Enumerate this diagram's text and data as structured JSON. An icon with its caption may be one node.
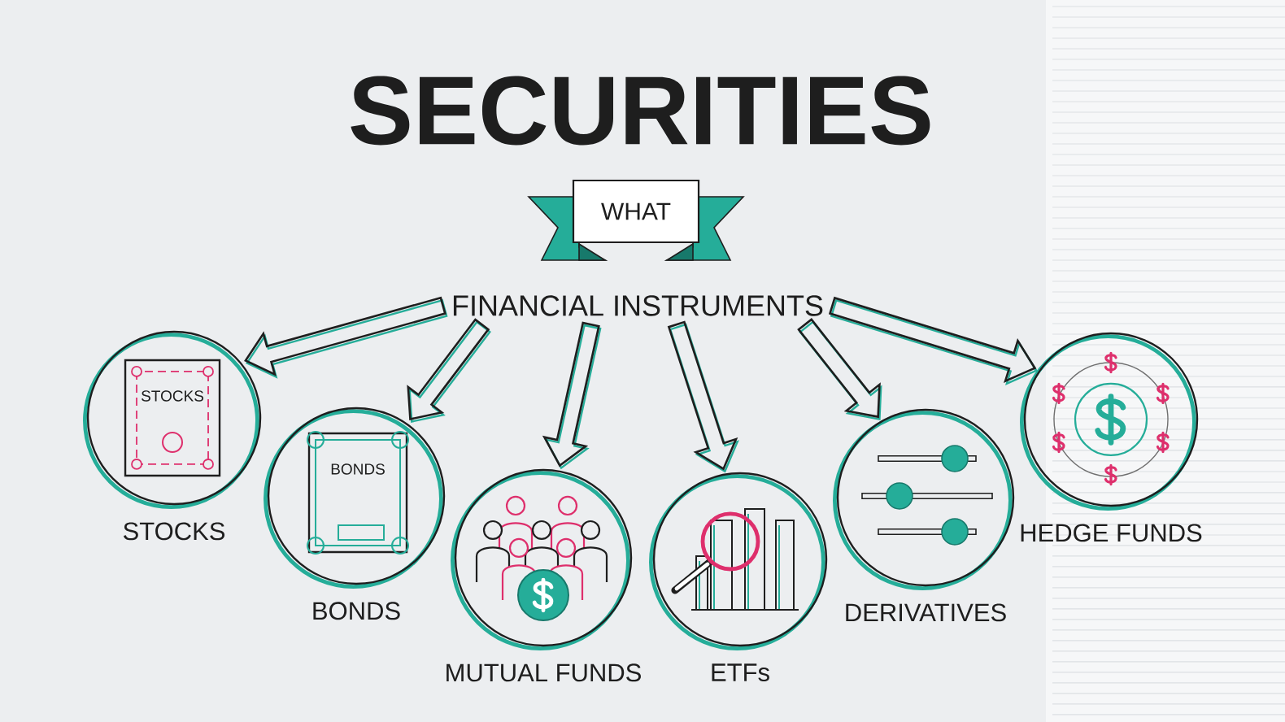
{
  "diagram": {
    "title": "SECURITIES",
    "nodes": [
      {
        "text": [
          "WHAT"
        ]
      },
      {
        "text": [
          "FINANCIAL INSTRUMENTS"
        ]
      },
      {
        "text": [
          "STOCKS"
        ]
      },
      {
        "text": [
          "STOCKS"
        ],
        "in": 2
      },
      {
        "text": [
          "BONDS"
        ]
      },
      {
        "text": [
          "BONDS"
        ],
        "in": 4
      },
      {
        "text": [
          "MUTUAL FUNDS"
        ]
      },
      {
        "text": [
          "ETFs"
        ]
      },
      {
        "text": [
          "DERIVATIVES"
        ]
      },
      {
        "text": [
          "HEDGE FUNDS"
        ]
      }
    ],
    "edges": [
      {
        "from": 1,
        "to": 2,
        "arrow": "to"
      },
      {
        "from": 1,
        "to": 4,
        "arrow": "to"
      },
      {
        "from": 1,
        "to": 6,
        "arrow": "to"
      },
      {
        "from": 1,
        "to": 7,
        "arrow": "to"
      },
      {
        "from": 1,
        "to": 8,
        "arrow": "to"
      },
      {
        "from": 1,
        "to": 9,
        "arrow": "to"
      }
    ]
  }
}
